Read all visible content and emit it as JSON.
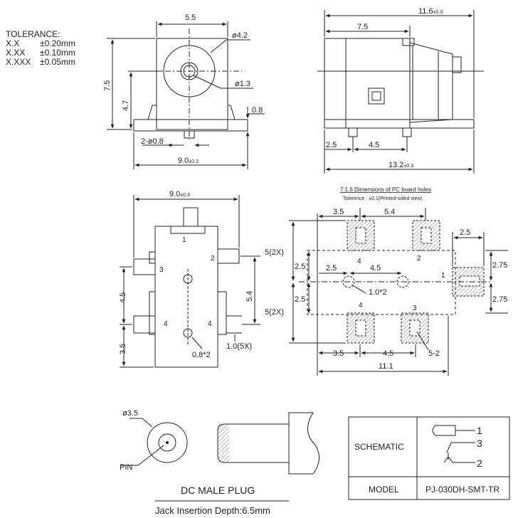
{
  "tolerance": {
    "title": "TOLERANCE:",
    "rows": [
      {
        "k": "X.X",
        "v": "±0.20mm"
      },
      {
        "k": "X.XX",
        "v": "±0.10mm"
      },
      {
        "k": "X.XXX",
        "v": "±0.05mm"
      }
    ]
  },
  "front_view": {
    "width_top": "5.5",
    "height": "7.5",
    "center_height": "4.7",
    "outer_dia": "ø4.2",
    "pin_dia": "ø1.3",
    "lead": "0.8",
    "holes": "2-ø0.8",
    "base_width": "9.0",
    "base_width_tol": "±0.3"
  },
  "side_view": {
    "overall": "11.6",
    "overall_tol": "±0.3",
    "partial": "7.5",
    "offset": "2.5",
    "spacing": "4.5",
    "total": "13.2",
    "total_tol": "±0.3"
  },
  "bottom_view": {
    "width": "9.0",
    "width_tol": "±0.3",
    "pin_labels": [
      "1",
      "2",
      "3",
      "4",
      "4"
    ],
    "dim_left_upper": "4.5",
    "dim_left_lower": "3.5",
    "dim_right": "5.4",
    "hole_note": "0.8*2",
    "lead_note": "1.0(5X)"
  },
  "pcb": {
    "title": "7:1.6 Dimensions of PC board holes",
    "subtitle": "Tolerence : ±0.1(Printed-sided view)",
    "top_a": "3.5",
    "top_b": "5.4",
    "right_w": "2.5",
    "left_outer": "5(2X)",
    "left_outer2": "5(2X)",
    "left_in": "2.5",
    "left_in2": "2.5",
    "mid_a": "2.5",
    "mid_b": "4.5",
    "holes_note": "1.0*2",
    "right_a": "2.75",
    "right_b": "2.75",
    "bot_a": "3.5",
    "bot_b": "4.5",
    "slot_note": "5-2",
    "total": "11.1",
    "labels": [
      "4",
      "2",
      "1",
      "4",
      "3"
    ]
  },
  "plug": {
    "dia": "ø3.5",
    "pin": "PIN",
    "title": "DC MALE PLUG",
    "depth": "Jack Insertion Depth:6.5mm"
  },
  "table": {
    "schematic": "SCHEMATIC",
    "model_label": "MODEL",
    "model_value": "PJ-030DH-SMT-TR",
    "pins": [
      "1",
      "3",
      "2"
    ]
  }
}
